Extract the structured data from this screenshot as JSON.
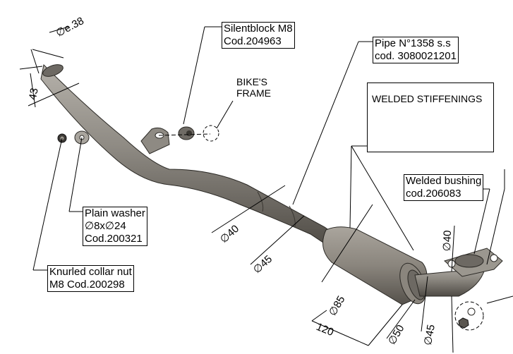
{
  "callouts": {
    "silentblock": [
      "Silentblock M8",
      "Cod.204963"
    ],
    "bikes_frame": [
      "BIKE'S",
      "FRAME"
    ],
    "pipe": [
      "Pipe N°1358 s.s",
      "cod. 3080021201"
    ],
    "welded_stiffenings": "WELDED STIFFENINGS",
    "welded_bushing": [
      "Welded bushing",
      "cod.206083"
    ],
    "plain_washer": [
      "Plain washer",
      "∅8x∅24",
      "Cod.200321"
    ],
    "knurled_nut": [
      "Knurled collar nut",
      "M8 Cod.200298"
    ]
  },
  "dimensions": {
    "inlet_diameter": "∅e.38",
    "inlet_length": "43",
    "pipe_d40_mid": "∅40",
    "pipe_d45_mid": "∅45",
    "cat_d85": "∅85",
    "cat_length": "120",
    "outlet_d50": "∅50",
    "outlet_d45": "∅45",
    "flange_d40": "∅40"
  },
  "colors": {
    "pipe_fill": "#8e8a83",
    "pipe_dark": "#5a5650",
    "line": "#000000"
  }
}
